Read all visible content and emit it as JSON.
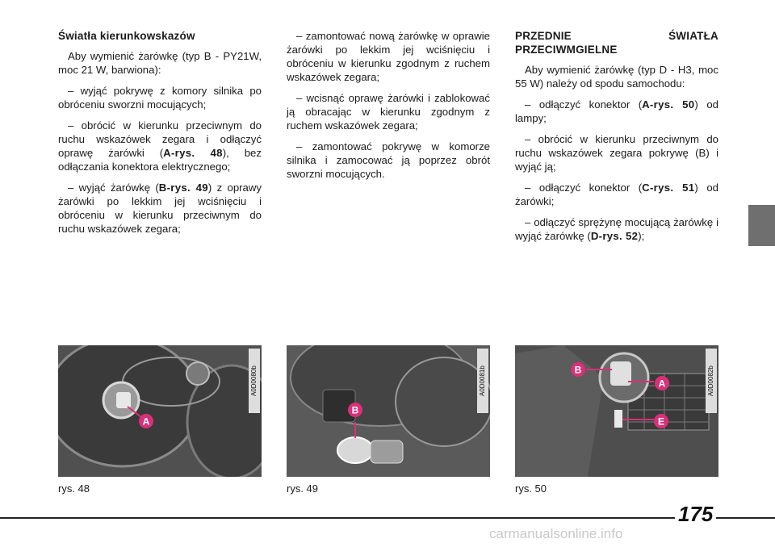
{
  "col1": {
    "heading": "Światła kierunkowskazów",
    "intro": "Aby wymienić żarówkę (typ B - PY21W, moc 21 W, barwiona):",
    "step1": "– wyjąć pokrywę z komory silnika po obróceniu sworzni mocujących;",
    "step2_pre": "– obrócić w kierunku przeciwnym do ruchu wskazówek zegara i odłączyć oprawę żarówki (",
    "step2_ref": "A-rys. 48",
    "step2_post": "), bez odłączania konektora elektrycznego;",
    "step3_pre": "– wyjąć żarówkę (",
    "step3_ref": "B-rys. 49",
    "step3_post": ") z oprawy żarówki po lekkim jej wciśnięciu i obróceniu w kierunku przeciwnym do ruchu wskazówek zegara;"
  },
  "col2": {
    "step1": "– zamontować nową żarówkę w oprawie żarówki po lekkim jej wciśnięciu i obróceniu w kierunku zgodnym z ruchem wskazówek zegara;",
    "step2": "– wcisnąć oprawę żarówki i zabloko­wać ją obracając w kierunku zgodnym z ruchem wskazówek zegara;",
    "step3": "– zamontować pokrywę w komorze silnika i zamocować ją poprzez obrót sworzni mocujących."
  },
  "col3": {
    "heading": "PRZEDNIE ŚWIATŁA PRZECIWMGIELNE",
    "intro": "Aby wymienić żarówkę (typ D - H3, moc 55 W) należy od spodu samochodu:",
    "step1_pre": "– odłączyć konektor (",
    "step1_ref": "A-rys. 50",
    "step1_post": ") od lampy;",
    "step2": "– obrócić w kierunku przeciwnym do ruchu wskazówek zegara pokrywę (B) i wyjąć ją;",
    "step3_pre": "– odłączyć konektor (",
    "step3_ref": "C-rys. 51",
    "step3_post": ") od żarówki;",
    "step4_pre": "– odłączyć sprężynę mocującą żarówkę i wyjąć żarówkę (",
    "step4_ref": "D-rys. 52",
    "step4_post": ");"
  },
  "figures": [
    {
      "caption": "rys. 48",
      "code": "A0D0080b",
      "labels": [
        "A"
      ]
    },
    {
      "caption": "rys. 49",
      "code": "A0D0081b",
      "labels": [
        "B"
      ]
    },
    {
      "caption": "rys. 50",
      "code": "A0D0082b",
      "labels": [
        "B",
        "A",
        "E"
      ]
    }
  ],
  "page_number": "175",
  "watermark": "carmanualsonline.info",
  "colors": {
    "label_pink": "#d9307a",
    "tab_gray": "#6f6f6f",
    "rule": "#222222"
  }
}
